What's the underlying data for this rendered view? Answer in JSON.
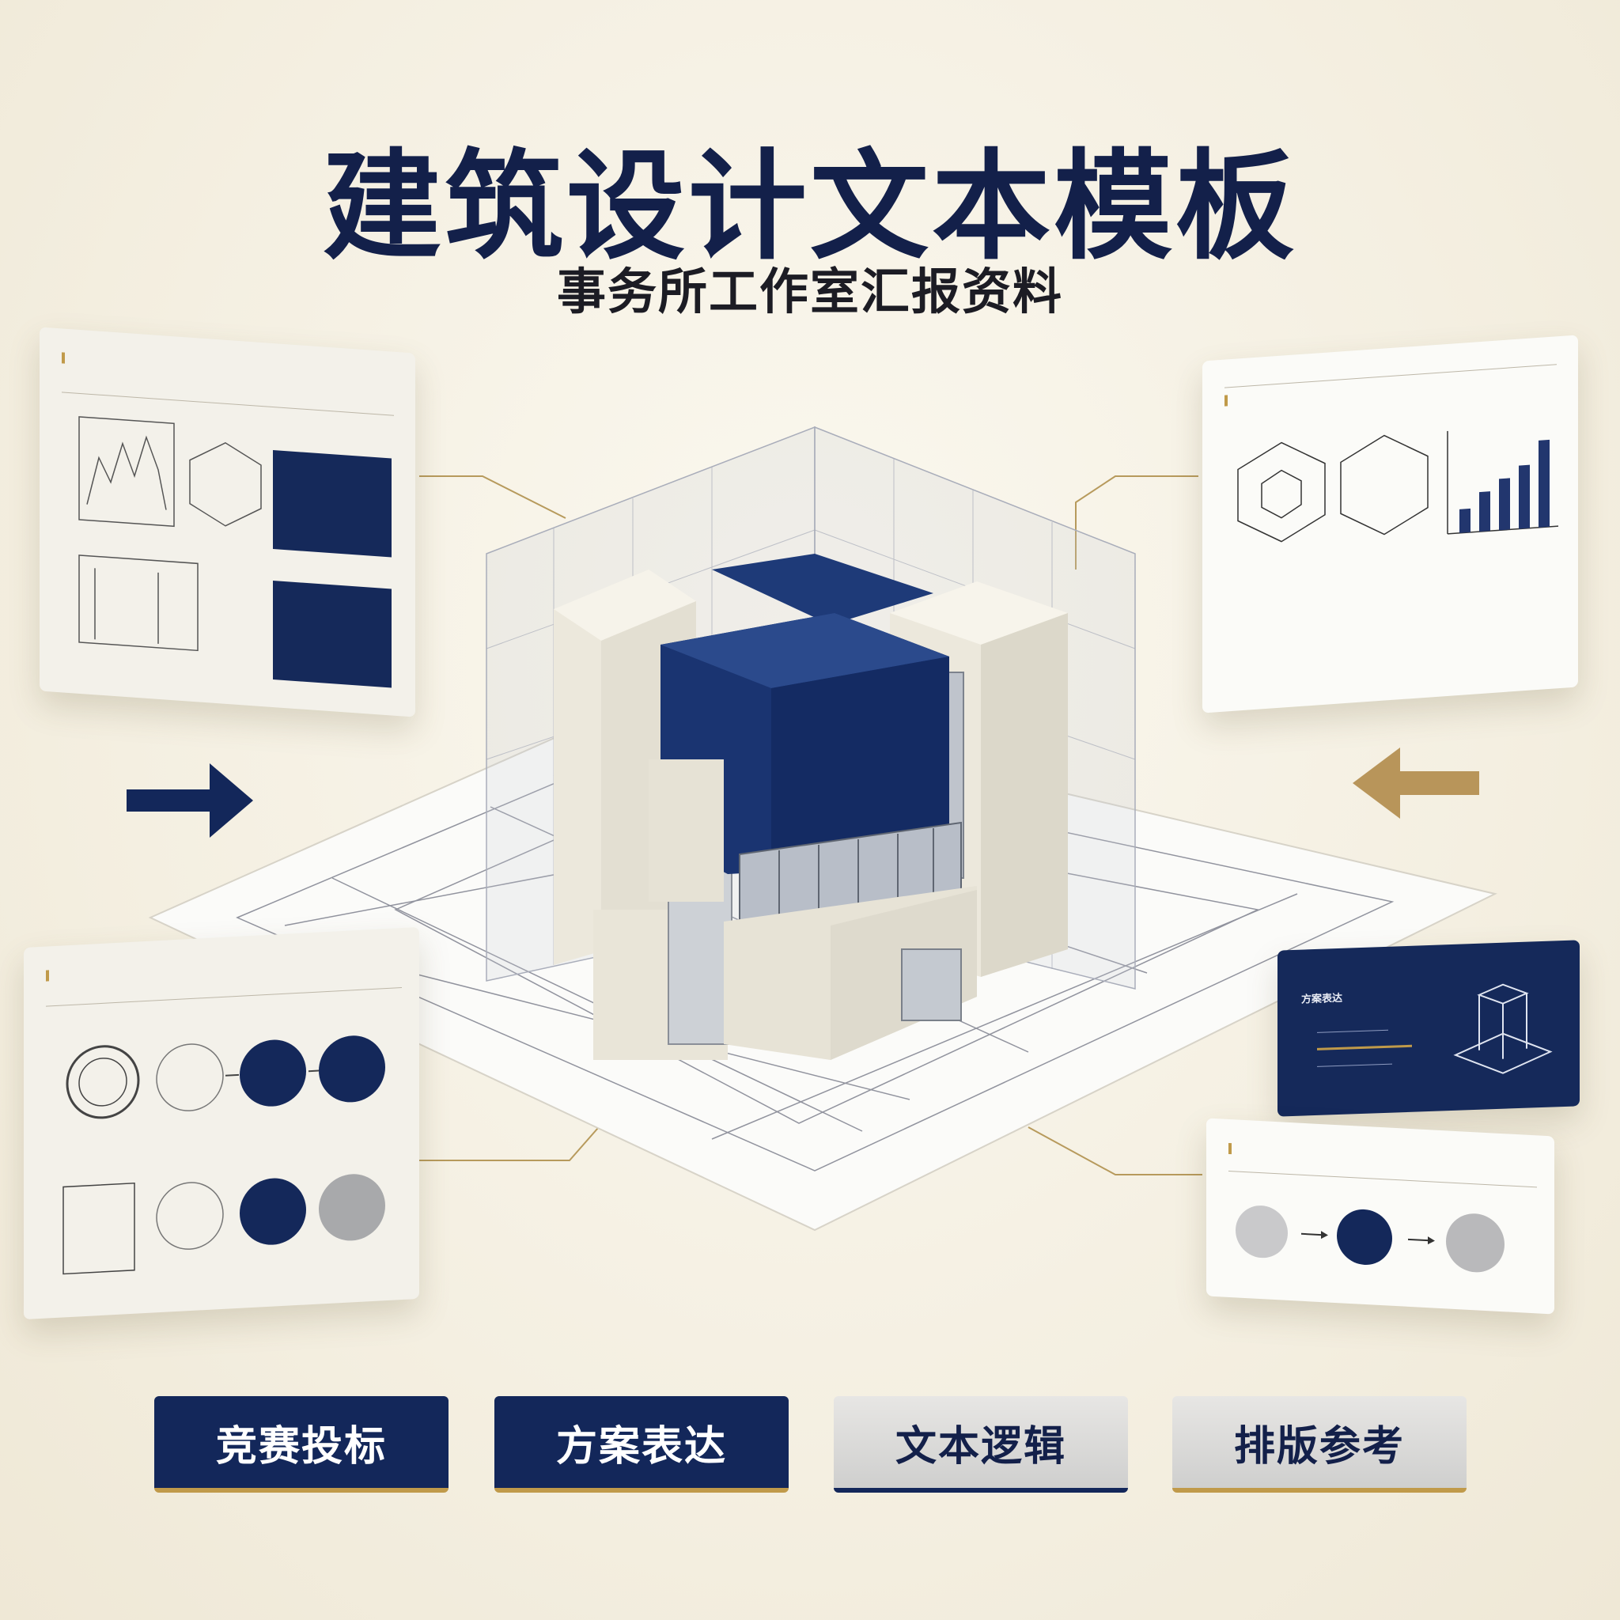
{
  "header": {
    "title": "建筑设计文本模板",
    "subtitle": "事务所工作室汇报资料"
  },
  "tags": [
    {
      "label": "竞赛投标",
      "style": "dark"
    },
    {
      "label": "方案表达",
      "style": "dark"
    },
    {
      "label": "文本逻辑",
      "style": "light"
    },
    {
      "label": "排版参考",
      "style": "light"
    }
  ],
  "cards": {
    "navy_card_title": "方案表达"
  },
  "colors": {
    "navy": "#13275a",
    "gold": "#c09a4a",
    "cream": "#f4efe1"
  }
}
